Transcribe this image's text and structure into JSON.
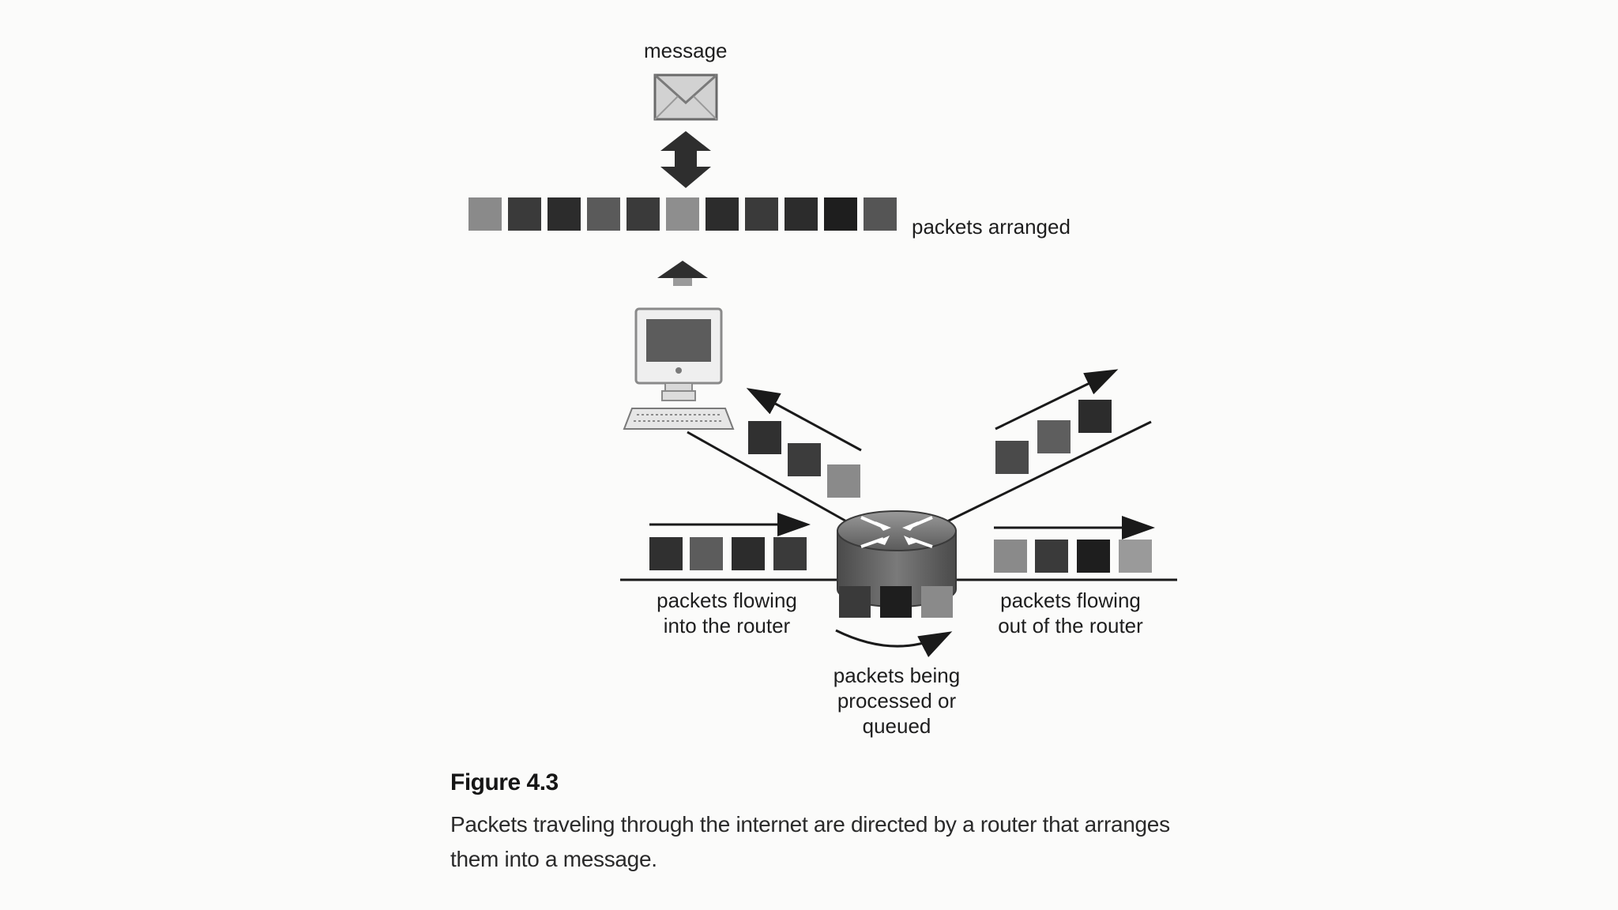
{
  "labels": {
    "message": "message",
    "packets_arranged": "packets arranged",
    "flowing_in_line1": "packets flowing",
    "flowing_in_line2": "into the router",
    "flowing_out_line1": "packets flowing",
    "flowing_out_line2": "out of the router",
    "processing_line1": "packets being",
    "processing_line2": "processed or",
    "processing_line3": "queued"
  },
  "caption": {
    "title": "Figure 4.3",
    "text": "Packets traveling through the internet are directed by a router that arranges them into a message."
  },
  "colors": {
    "packet_dark": "#303030",
    "packet_mid": "#4a4a4a",
    "packet_light": "#888888",
    "line": "#1a1a1a",
    "router_body": "#6e6e6e",
    "background": "#fbfbfa"
  },
  "icons": [
    "envelope-icon",
    "computer-icon",
    "router-icon"
  ]
}
